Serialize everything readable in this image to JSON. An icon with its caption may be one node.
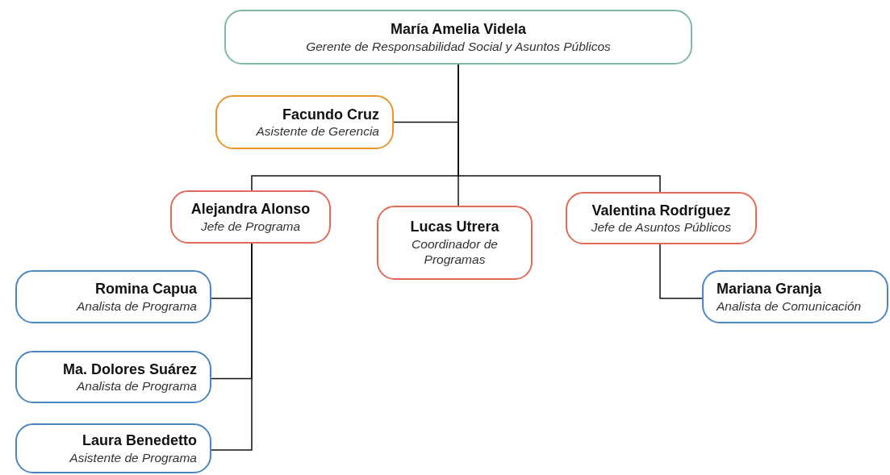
{
  "diagram": {
    "nodes": [
      {
        "text": [
          "María Amelia Videla",
          "Gerente de Responsabilidad Social y Asuntos Públicos"
        ]
      },
      {
        "text": [
          "Facundo Cruz",
          "Asistente de Gerencia"
        ]
      },
      {
        "text": [
          "Alejandra Alonso",
          "Jefe de Programa"
        ]
      },
      {
        "text": [
          "Lucas Utrera",
          "Coordinador de Programas"
        ]
      },
      {
        "text": [
          "Valentina Rodríguez",
          "Jefe de Asuntos Públicos"
        ]
      },
      {
        "text": [
          "Romina Capua",
          "Analista de Programa"
        ]
      },
      {
        "text": [
          "Ma. Dolores Suárez",
          "Analista de Programa"
        ]
      },
      {
        "text": [
          "Laura Benedetto",
          "Asistente de Programa"
        ]
      },
      {
        "text": [
          "Mariana Granja",
          "Analista de Comunicación"
        ]
      }
    ],
    "edges": [
      {
        "from": 0,
        "to": 1,
        "arrow": "none"
      },
      {
        "from": 0,
        "to": 2,
        "arrow": "none"
      },
      {
        "from": 0,
        "to": 3,
        "arrow": "none"
      },
      {
        "from": 0,
        "to": 4,
        "arrow": "none"
      },
      {
        "from": 2,
        "to": 5,
        "arrow": "none"
      },
      {
        "from": 2,
        "to": 6,
        "arrow": "none"
      },
      {
        "from": 2,
        "to": 7,
        "arrow": "none"
      },
      {
        "from": 4,
        "to": 8,
        "arrow": "none"
      }
    ]
  }
}
